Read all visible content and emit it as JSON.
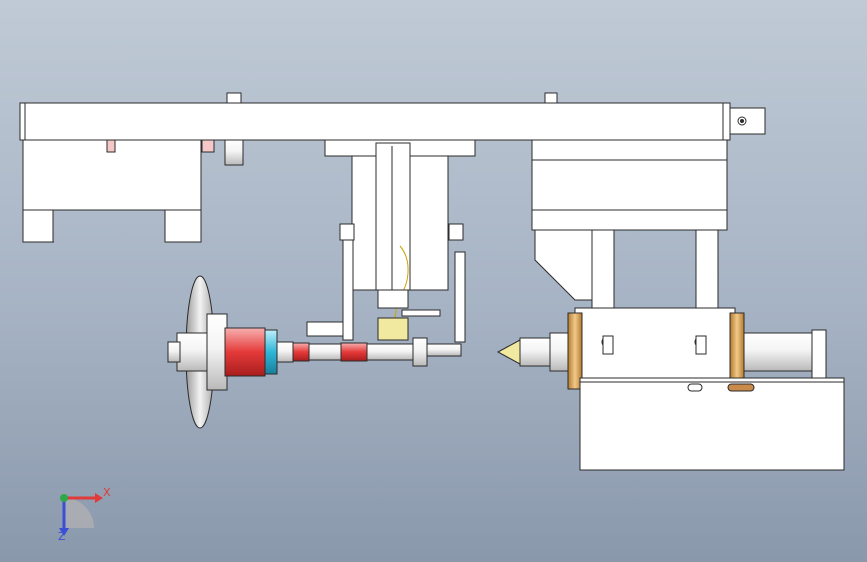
{
  "viewport": {
    "background_top": "#c0cad6",
    "background_bottom": "#8a98ac",
    "part_fill": "#ffffff",
    "part_edge": "#2b2b2b",
    "highlight_colors": {
      "red": "#e53a3a",
      "cyan": "#2fb6d8",
      "yellow": "#f2e9a0",
      "orange": "#d9a45a"
    }
  },
  "triad": {
    "x_label": "X",
    "z_label": "Z",
    "x_color": "#e03a3a",
    "y_color": "#2ea84a",
    "z_color": "#3a4fd6"
  },
  "model": {
    "parts": [
      "top-frame-beam",
      "left-cylinder-block",
      "center-carriage",
      "right-block",
      "handwheel",
      "spindle-shaft",
      "tailstock-center",
      "base-plate"
    ]
  }
}
